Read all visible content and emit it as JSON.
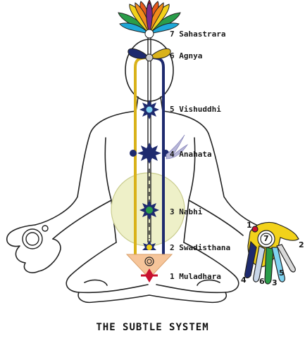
{
  "title": "THE SUBTLE SYSTEM",
  "chakras": [
    {
      "label": "7 Sahastrara"
    },
    {
      "label": "6 Agnya"
    },
    {
      "label": "5 Vishuddhi"
    },
    {
      "label": "4 Anahata"
    },
    {
      "label": "3 Nabhi"
    },
    {
      "label": "2 Swadisthana"
    },
    {
      "label": "1 Muladhara"
    }
  ],
  "hand": {
    "center_number": "7",
    "finger_numbers": [
      "1",
      "2",
      "4",
      "6",
      "3",
      "5"
    ]
  },
  "colors": {
    "left_channel": "#1e2a6e",
    "right_channel": "#d9b21a",
    "nabhi_field": "#eef0c8",
    "muladhara": "#c8102e",
    "swadisthana_triangle": "#f6c59a"
  }
}
